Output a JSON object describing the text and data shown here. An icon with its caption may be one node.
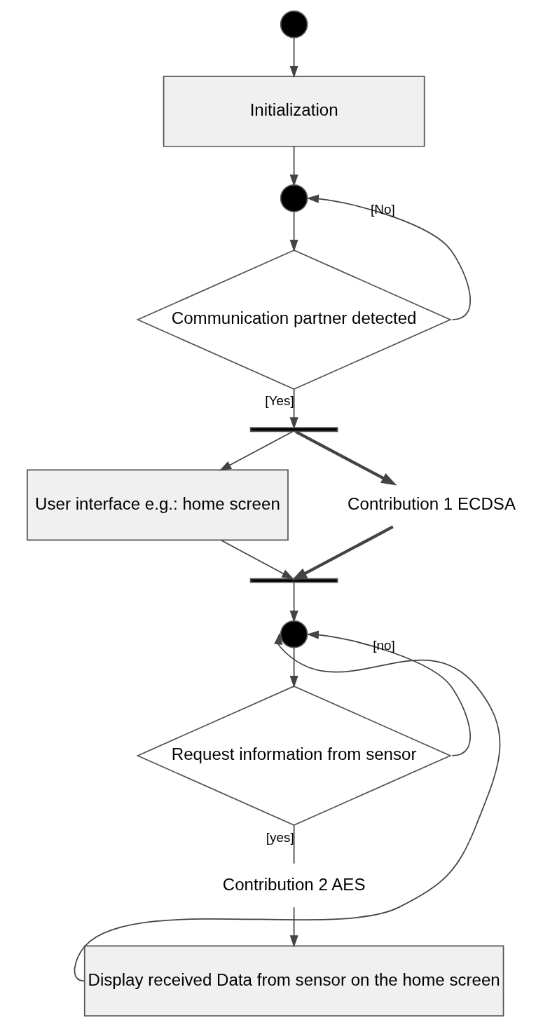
{
  "diagram": {
    "nodes": [
      {
        "text": [],
        "shape": "circle"
      },
      {
        "text": [
          "Initialization"
        ]
      },
      {
        "text": [],
        "shape": "circle"
      },
      {
        "text": [
          "Communication partner detected"
        ]
      },
      {
        "text": [],
        "shape": "bar"
      },
      {
        "text": [
          "User interface e.g.: home screen"
        ]
      },
      {
        "text": [
          "Contribution 1 ECDSA"
        ]
      },
      {
        "text": [],
        "shape": "bar"
      },
      {
        "text": [],
        "shape": "circle"
      },
      {
        "text": [
          "Request information from sensor"
        ]
      },
      {
        "text": [
          "Contribution 2 AES"
        ]
      },
      {
        "text": [
          "Display received Data from sensor on the home screen"
        ]
      }
    ],
    "edges": [
      {
        "from": 0,
        "to": 1,
        "arrow": "to"
      },
      {
        "from": 1,
        "to": 2,
        "arrow": "to"
      },
      {
        "from": 2,
        "to": 3,
        "arrow": "to"
      },
      {
        "from": 3,
        "to": 2,
        "arrow": "to",
        "label": "[No]"
      },
      {
        "from": 3,
        "to": 4,
        "arrow": "to",
        "label": "[Yes]"
      },
      {
        "from": 4,
        "to": 5,
        "arrow": "to"
      },
      {
        "from": 4,
        "to": 6,
        "arrow": "to",
        "style": "thick"
      },
      {
        "from": 5,
        "to": 7,
        "arrow": "to"
      },
      {
        "from": 6,
        "to": 7,
        "arrow": "to",
        "style": "thick"
      },
      {
        "from": 7,
        "to": 8,
        "arrow": "to"
      },
      {
        "from": 8,
        "to": 9,
        "arrow": "to"
      },
      {
        "from": 9,
        "to": 8,
        "arrow": "to",
        "label": "[no]"
      },
      {
        "from": 9,
        "to": 10,
        "arrow": "none",
        "label": "[yes]"
      },
      {
        "from": 10,
        "to": 11,
        "arrow": "to"
      },
      {
        "from": 11,
        "to": 8,
        "arrow": "to"
      }
    ]
  }
}
